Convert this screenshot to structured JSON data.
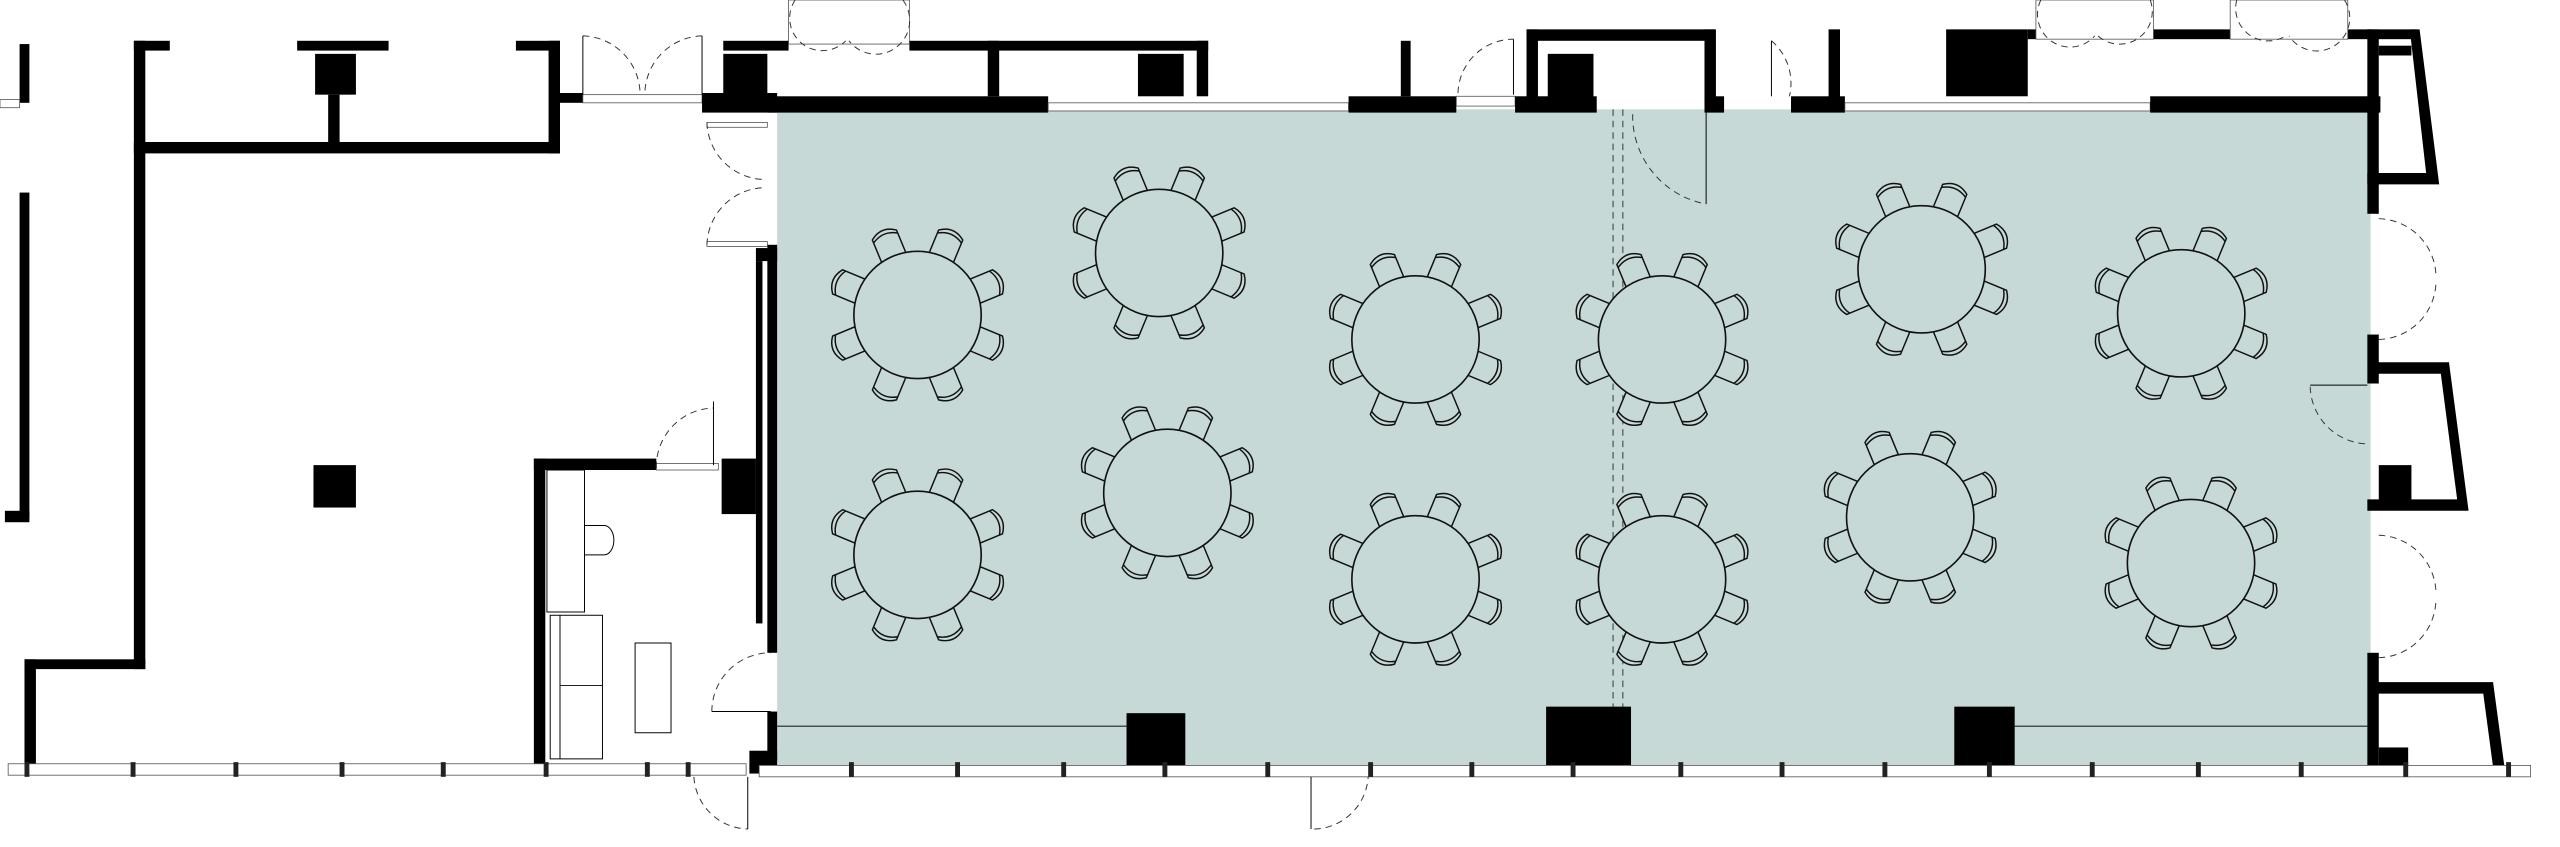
{
  "floor_plan": {
    "colors": {
      "event_floor": "#c7d9d7",
      "walls": "#000000",
      "background": "#ffffff",
      "furniture_stroke": "#111111"
    },
    "layout_style": "banquet rounds",
    "tables": [
      {
        "shape": "round",
        "seats": 8
      },
      {
        "shape": "round",
        "seats": 8
      },
      {
        "shape": "round",
        "seats": 8
      },
      {
        "shape": "round",
        "seats": 8
      },
      {
        "shape": "round",
        "seats": 8
      },
      {
        "shape": "round",
        "seats": 8
      },
      {
        "shape": "round",
        "seats": 8
      },
      {
        "shape": "round",
        "seats": 8
      },
      {
        "shape": "round",
        "seats": 8
      },
      {
        "shape": "round",
        "seats": 8
      },
      {
        "shape": "round",
        "seats": 8
      },
      {
        "shape": "round",
        "seats": 8
      }
    ]
  }
}
